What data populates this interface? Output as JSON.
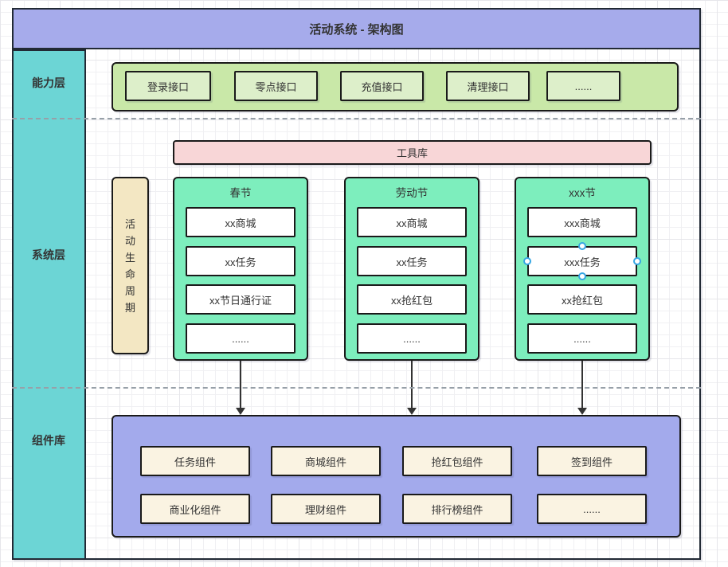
{
  "title": "活动系统 - 架构图",
  "lanes": {
    "capability": "能力层",
    "system": "系统层",
    "components": "组件库"
  },
  "capability_layer": {
    "interfaces": [
      "登录接口",
      "零点接口",
      "充值接口",
      "清理接口",
      "......"
    ]
  },
  "system_layer": {
    "toolbox": "工具库",
    "lifecycle": "活动生命周期",
    "columns": [
      {
        "title": "春节",
        "items": [
          "xx商城",
          "xx任务",
          "xx节日通行证",
          "......"
        ]
      },
      {
        "title": "劳动节",
        "items": [
          "xx商城",
          "xx任务",
          "xx抢红包",
          "......"
        ]
      },
      {
        "title": "xxx节",
        "items": [
          "xxx商城",
          "xxx任务",
          "xx抢红包",
          "......"
        ]
      }
    ]
  },
  "component_library": {
    "rows": [
      [
        "任务组件",
        "商城组件",
        "抢红包组件",
        "签到组件"
      ],
      [
        "商业化组件",
        "理财组件",
        "排行榜组件",
        "......"
      ]
    ]
  },
  "colors": {
    "purple": "#a6abeb",
    "purple2": "#a3aaec",
    "teal": "#6cd5d5",
    "green-dark": "#c9e8a8",
    "green-light": "#ddefca",
    "mint": "#7deebd",
    "pink": "#f8d6d7",
    "yellow": "#f3e7c3",
    "cream": "#faf3e2",
    "stroke": "#1a1a1a",
    "frame-stroke": "#222a35",
    "arrow": "#333333",
    "handle": "#36a6e3",
    "grid-minor": "#f0f0f3",
    "grid-major": "#e6e6ea"
  }
}
